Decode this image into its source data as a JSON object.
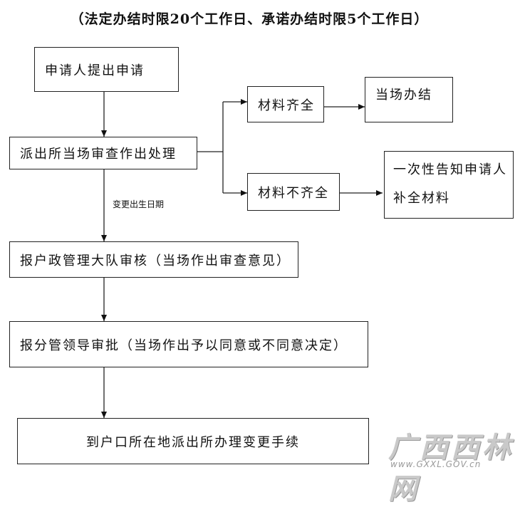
{
  "title": "（法定办结时限20个工作日、承诺办结时限5个工作日）",
  "steps": {
    "apply": "申请人提出申请",
    "station_review": "派出所当场审查作出处理",
    "complete": "材料齐全",
    "handle_on_site": "当场办结",
    "incomplete": "材料不齐全",
    "notify_supplement": "一次性告知申请人补全材料",
    "brigade_review": "报户政管理大队审核（当场作出审查意见）",
    "leader_approval": "报分管领导审批（当场作出予以同意或不同意决定）",
    "final_procedure": "到户口所在地派出所办理变更手续"
  },
  "note": "变更出生日期",
  "watermark": {
    "text": "广西西林网",
    "url": "www.GXXL.GOV.cn"
  }
}
